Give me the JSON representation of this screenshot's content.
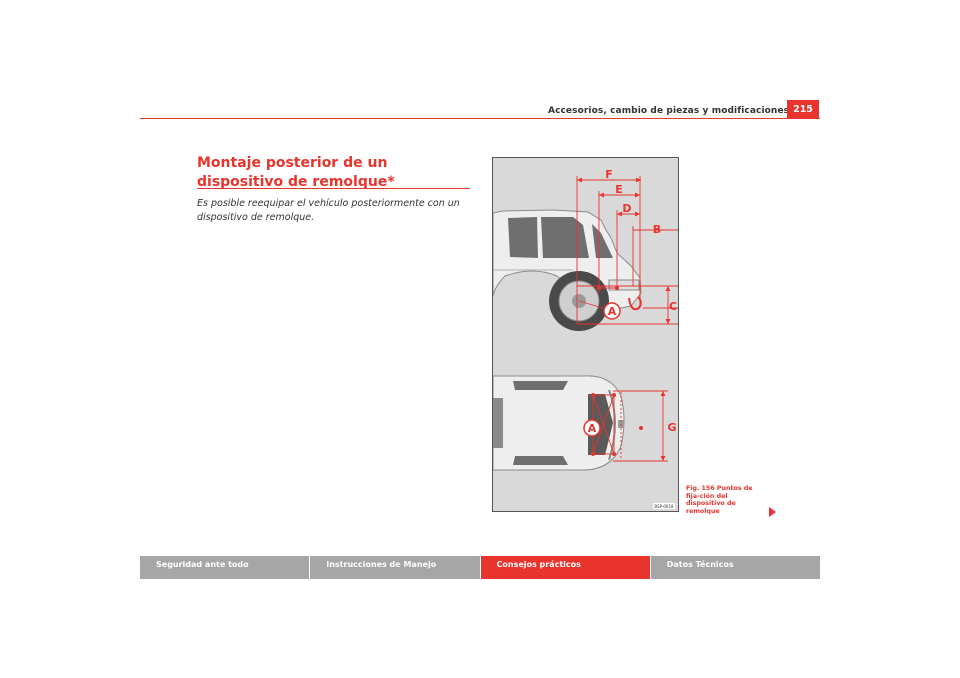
{
  "header": {
    "title": "Accesorios, cambio de piezas y modificaciones",
    "page_number": "215"
  },
  "section": {
    "title": "Montaje posterior de un dispositivo de remolque*",
    "intro": "Es posible reequipar el vehículo posteriormente con un dispositivo de remolque."
  },
  "figure": {
    "labels": {
      "a_side": "A",
      "a_top": "A",
      "b": "B",
      "c": "C",
      "d": "D",
      "e": "E",
      "f": "F",
      "g": "G"
    },
    "code": "BSP-0018",
    "caption": "Fig. 156   Puntos de fija-ción del dispositivo de remolque"
  },
  "footer": {
    "tabs": [
      {
        "label": "Seguridad ante todo"
      },
      {
        "label": "Instrucciones de Manejo"
      },
      {
        "label": "Consejos prácticos"
      },
      {
        "label": "Datos Técnicos"
      }
    ],
    "active_index": 2
  },
  "colors": {
    "accent": "#e8342c",
    "tab_gray": "#a6a6a6"
  }
}
